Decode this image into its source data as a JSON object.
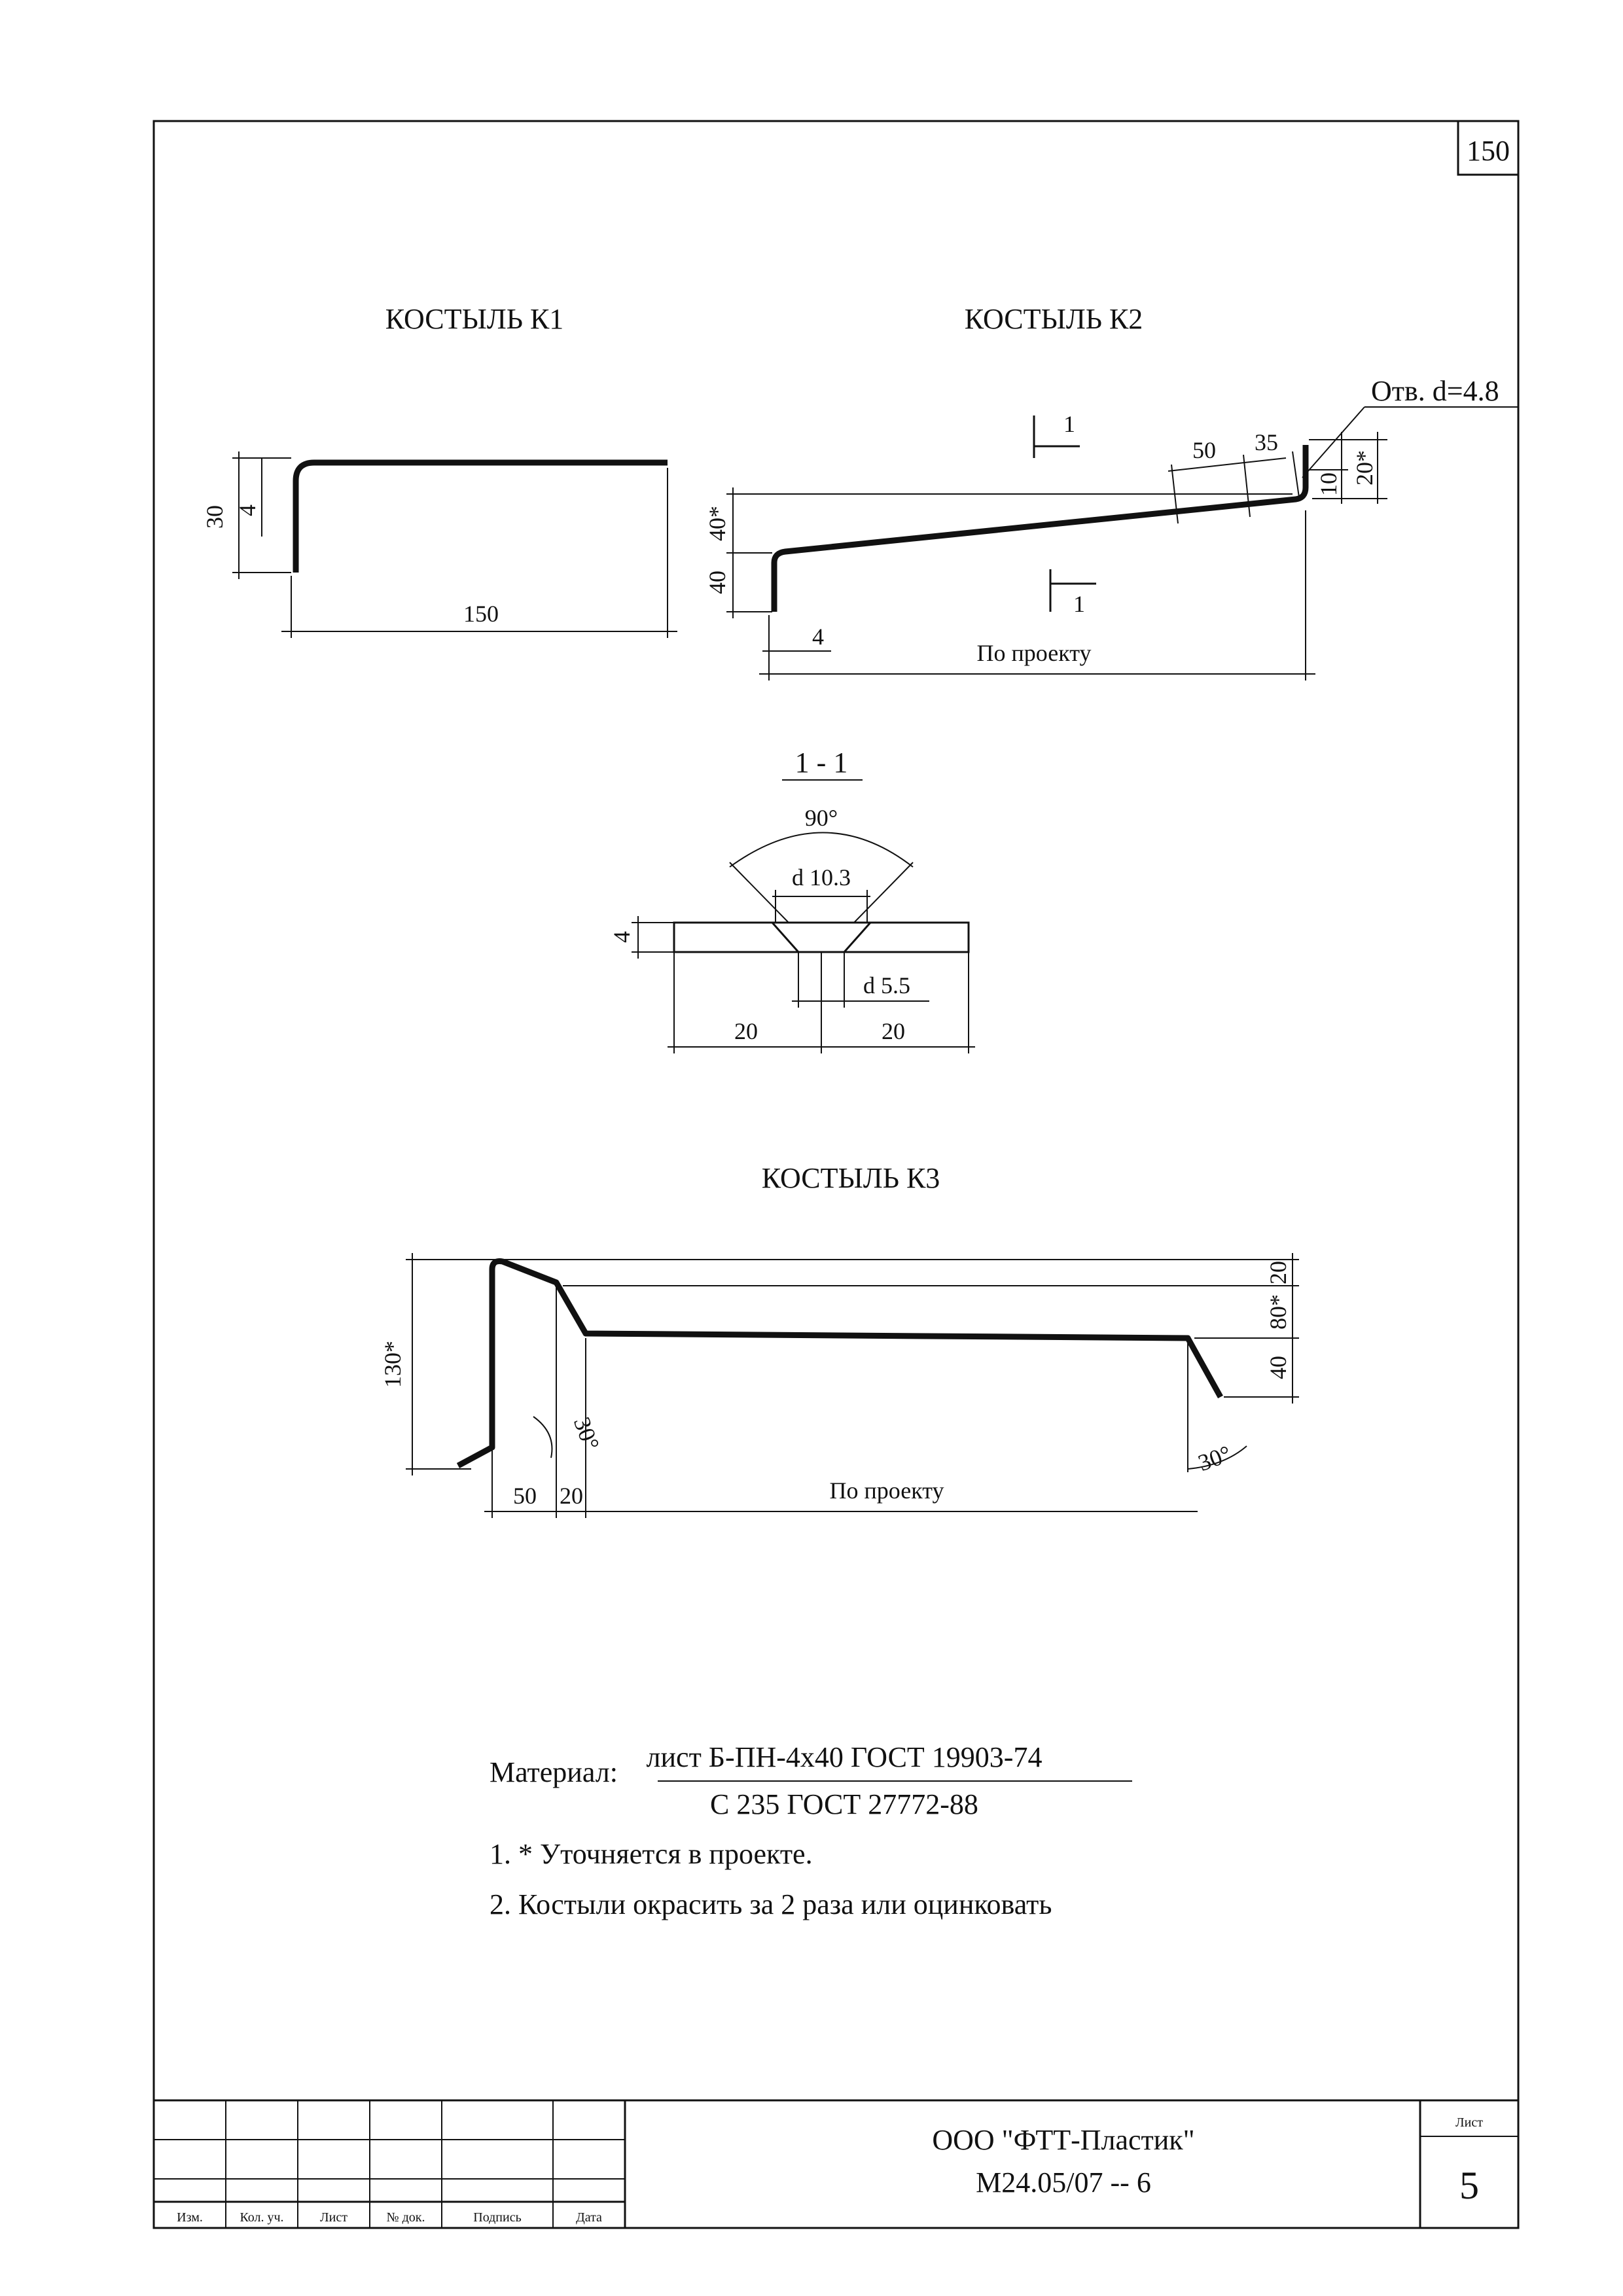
{
  "page_number": "150",
  "drawings": {
    "k1": {
      "title": "КОСТЫЛЬ К1",
      "dims": {
        "height": "30",
        "thickness": "4",
        "length": "150"
      }
    },
    "k2": {
      "title": "КОСТЫЛЬ К2",
      "hole_note": "Отв. d=4.8",
      "section_mark": "1",
      "dims": {
        "d50": "50",
        "d35": "35",
        "d10": "10",
        "d20": "20*",
        "d40a": "40*",
        "d40b": "40",
        "d4": "4",
        "length": "По проекту"
      }
    },
    "section": {
      "title": "1 - 1",
      "angle": "90°",
      "top_dia": "d 10.3",
      "bottom_dia": "d 5.5",
      "thickness": "4",
      "left": "20",
      "right": "20"
    },
    "k3": {
      "title": "КОСТЫЛЬ К3",
      "dims": {
        "height": "130*",
        "d20": "20",
        "d80": "80*",
        "d40": "40",
        "angle_left": "30°",
        "angle_right": "30°",
        "d50": "50",
        "d20b": "20",
        "length": "По проекту"
      }
    }
  },
  "material": {
    "label": "Материал:",
    "line1": "лист Б-ПН-4х40 ГОСТ 19903-74",
    "line2": "С 235 ГОСТ 27772-88"
  },
  "notes": [
    "1. * Уточняется в проекте.",
    "2. Костыли окрасить за 2 раза или оцинковать"
  ],
  "title_block": {
    "columns": [
      "Изм.",
      "Кол. уч.",
      "Лист",
      "№ док.",
      "Подпись",
      "Дата"
    ],
    "company": "ООО \"ФТТ-Пластик\"",
    "doc_code": "М24.05/07 -- 6",
    "sheet_label": "Лист",
    "sheet_number": "5"
  }
}
